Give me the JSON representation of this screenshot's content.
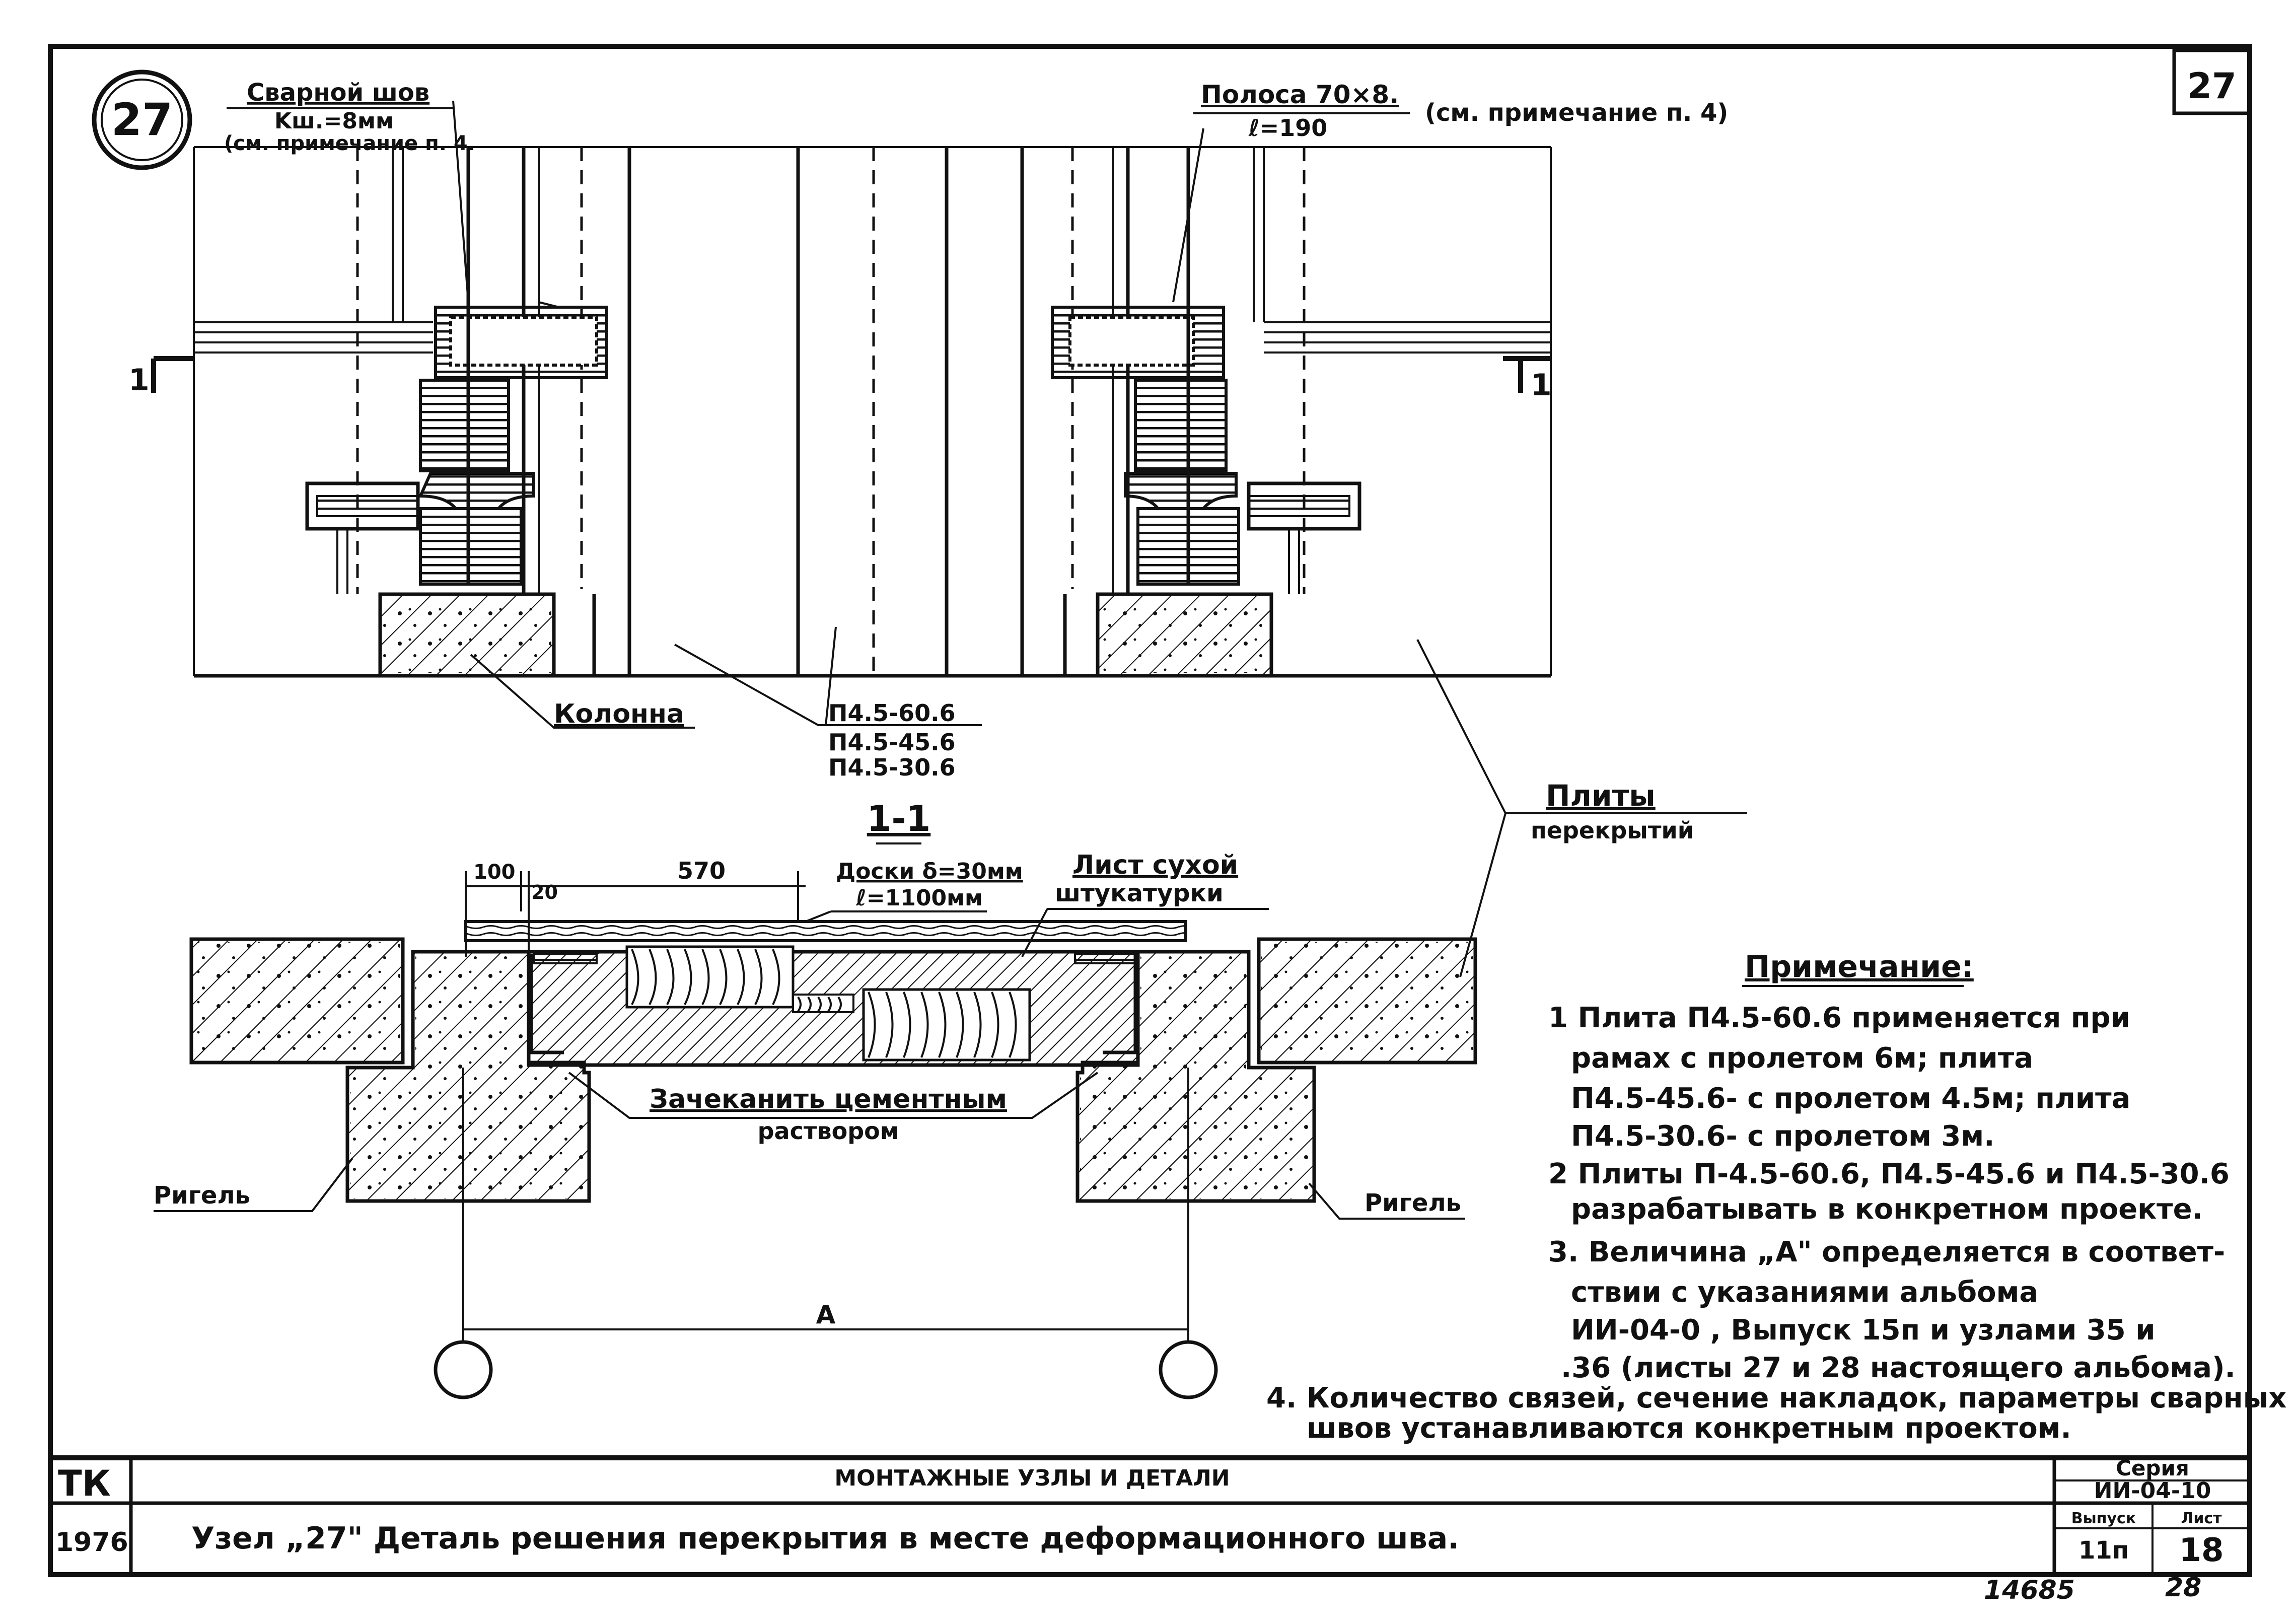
{
  "node_badge": "27",
  "sheet_corner": "27",
  "top_view": {
    "weld_label_1": "Сварной шов",
    "weld_label_2": "Kш.=8мм",
    "weld_label_3": "(см. примечание п. 4.",
    "strip_label_1": "Полоса 70×8.",
    "strip_label_2": "ℓ=190",
    "strip_note": "(см. примечание п. 4)",
    "section_mark_left": "1",
    "section_mark_right": "1",
    "column_label": "Колонна",
    "plate_marks": [
      "П4.5-60.6",
      "П4.5-45.6",
      "П4.5-30.6"
    ],
    "slabs_label_1": "Плиты",
    "slabs_label_2": "перекрытий"
  },
  "section": {
    "title": "1-1",
    "dim_100": "100",
    "dim_20": "20",
    "dim_570": "570",
    "boards_1": "Доски δ=30мм",
    "boards_2": "ℓ=1100мм",
    "drywall_1": "Лист сухой",
    "drywall_2": "штукатурки",
    "caulk_1": "Зачеканить цементным",
    "caulk_2": "раствором",
    "beam_left": "Ригель",
    "beam_right": "Ригель",
    "dim_a": "А"
  },
  "notes": {
    "heading": "Примечание:",
    "lines": [
      "1 Плита П4.5-60.6 применяется при",
      "рамах  с пролетом 6м; плита",
      "П4.5-45.6- с пролетом 4.5м; плита",
      "П4.5-30.6- с пролетом 3м.",
      "2 Плиты  П-4.5-60.6, П4.5-45.6 и П4.5-30.6",
      "разрабатывать в конкретном проекте.",
      "3. Величина „А\" определяется в соответ-",
      "ствии с указаниями альбома",
      "ИИ-04-0   , Выпуск 15п и узлами 35 и",
      ".36 (листы 27 и 28 настоящего альбома).",
      "4. Количество связей, сечение накладок, параметры сварных",
      "швов устанавливаются конкретным проектом."
    ]
  },
  "title_block": {
    "org": "ТК",
    "year": "1976",
    "section_title": "МОНТАЖНЫЕ УЗЛЫ И ДЕТАЛИ",
    "drawing_title": "Узел „27\"  Деталь решения  перекрытия  в  месте  деформационного  шва.",
    "series_label": "Серия",
    "series_value": "ИИ-04-10",
    "issue_label": "Выпуск",
    "issue_value": "11п",
    "sheet_label": "Лист",
    "sheet_value": "18"
  },
  "footer": {
    "archive_no": "14685",
    "page_no": "28"
  }
}
